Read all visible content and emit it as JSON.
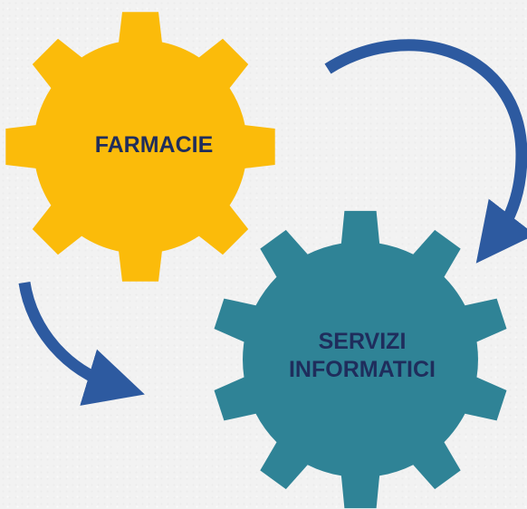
{
  "gears": [
    {
      "id": "farmacie",
      "label": "FARMACIE",
      "color": "#fbbb0a"
    },
    {
      "id": "servizi",
      "label_line1": "SERVIZI",
      "label_line2": "INFORMATICI",
      "color": "#2f8396"
    }
  ],
  "arrow_color": "#2d5aa0",
  "text_color": "#1f2d5c"
}
